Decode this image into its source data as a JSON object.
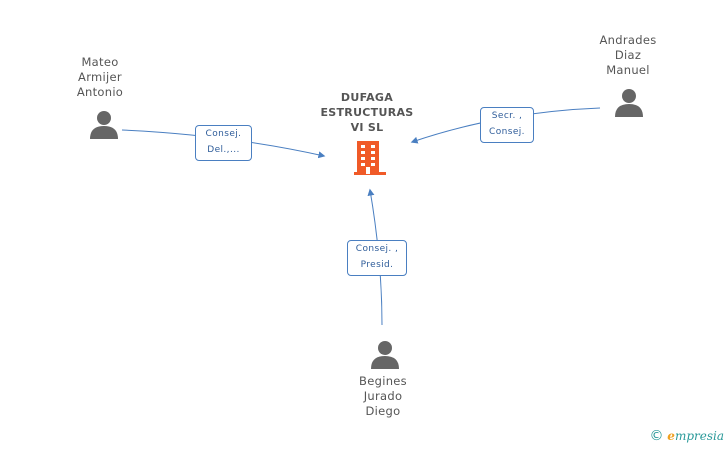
{
  "company": {
    "name_lines": [
      "DUFAGA",
      "ESTRUCTURAS",
      "VI SL"
    ]
  },
  "persons": [
    {
      "id": "mateo",
      "name_lines": [
        "Mateo",
        "Armijer",
        "Antonio"
      ],
      "role_lines": [
        "Consej.",
        "Del.,..."
      ]
    },
    {
      "id": "andrades",
      "name_lines": [
        "Andrades",
        "Diaz",
        "Manuel"
      ],
      "role_lines": [
        "Secr. ,",
        "Consej."
      ]
    },
    {
      "id": "begines",
      "name_lines": [
        "Begines",
        "Jurado",
        "Diego"
      ],
      "role_lines": [
        "Consej. ,",
        "Presid."
      ]
    }
  ],
  "footer": {
    "copyright": "©",
    "brand_first": "e",
    "brand_rest": "mpresia"
  },
  "colors": {
    "edge": "#4a7fc1",
    "company_icon": "#f05a28",
    "person_icon": "#666666",
    "label": "#555555"
  },
  "icons": {
    "company": "building-icon",
    "person": "person-icon"
  }
}
